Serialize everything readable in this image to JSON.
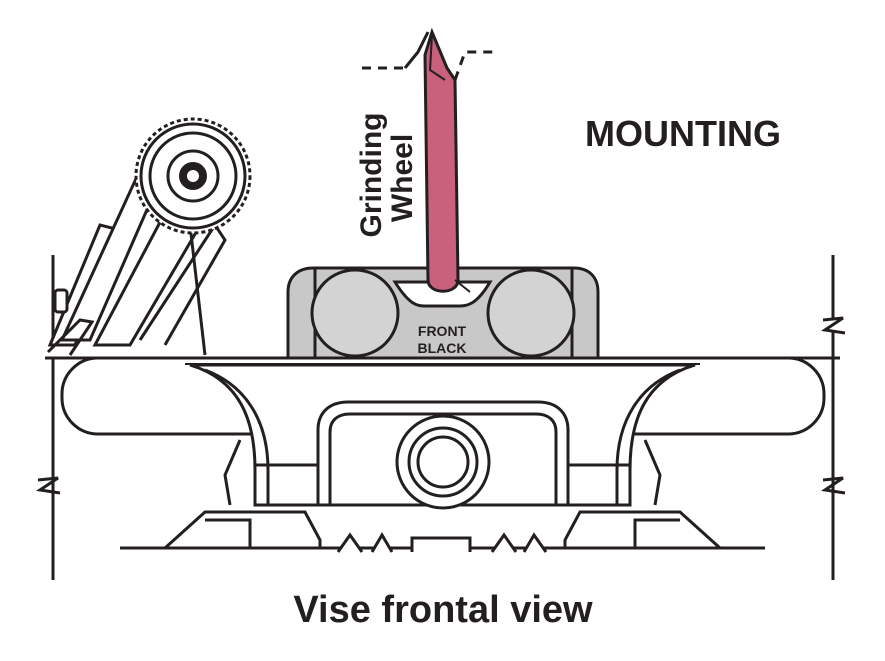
{
  "labels": {
    "mounting": "MOUNTING",
    "grinding_line1": "Grinding",
    "grinding_line2": "Wheel",
    "front": "FRONT",
    "black": "BLACK",
    "caption": "Vise frontal view"
  },
  "colors": {
    "line": "#231f20",
    "wheel": "#c9607c",
    "block": "#c8c8c8",
    "roller": "#d3d3d3",
    "background": "#ffffff"
  }
}
